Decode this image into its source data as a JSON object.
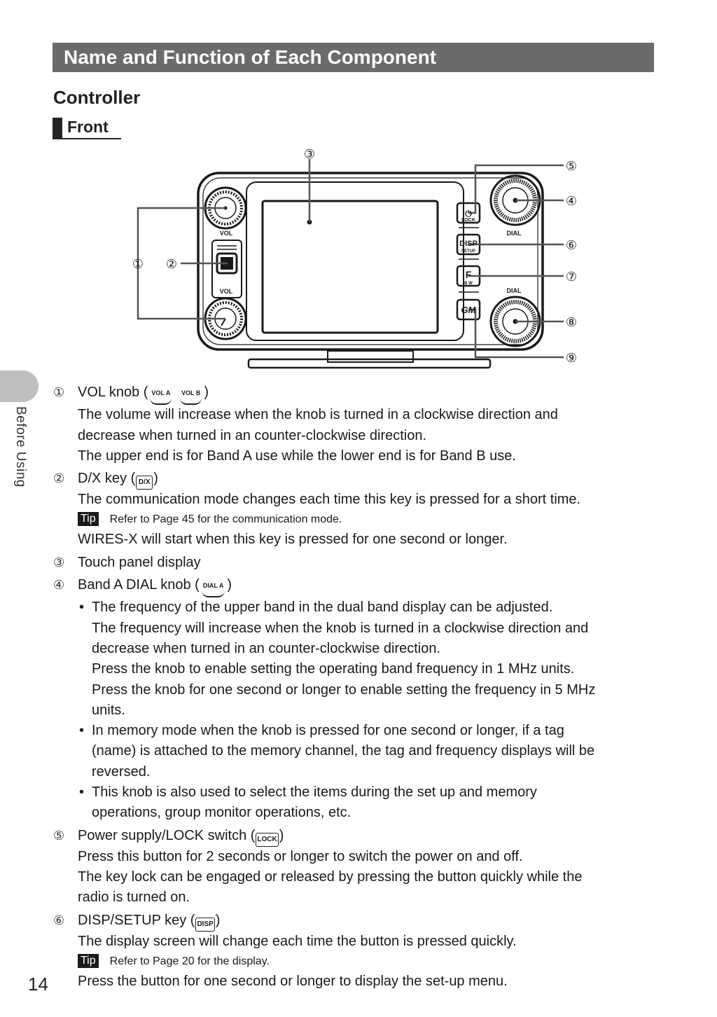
{
  "header": {
    "title": "Name and Function of Each Component"
  },
  "section": {
    "title": "Controller",
    "subtitle": "Front"
  },
  "side": {
    "label": "Before Using"
  },
  "page_number": "14",
  "diagram": {
    "callouts": [
      "①",
      "②",
      "③",
      "④",
      "⑤",
      "⑥",
      "⑦",
      "⑧",
      "⑨"
    ],
    "labels": {
      "vol": "VOL",
      "dial": "DIAL",
      "lock": "LOCK",
      "disp": "DISP",
      "setup": "SETUP",
      "f": "F",
      "bw": "B W",
      "gm": "GM"
    }
  },
  "icons": {
    "vol_a": "VOL A",
    "vol_b": "VOL B",
    "dx": "D/X",
    "dial_a": "DIAL A",
    "power": "LOCK",
    "disp": "DISP"
  },
  "items": [
    {
      "num": "①",
      "title_pre": "VOL knob (",
      "title_post": ")",
      "lines": [
        "The volume will increase when the knob is turned in a clockwise direction and",
        "decrease when turned in an counter-clockwise direction.",
        "The upper end is for Band A use while the lower end is for Band B use."
      ]
    },
    {
      "num": "②",
      "title_pre": "D/X key (",
      "title_post": ")",
      "line1": "The communication mode changes each time this key is pressed for a short time.",
      "tip_label": "Tip",
      "tip": "Refer to Page 45 for the communication mode.",
      "line2": "WIRES-X will start when this key is pressed for one second or longer."
    },
    {
      "num": "③",
      "title": "Touch panel display"
    },
    {
      "num": "④",
      "title_pre": "Band A DIAL knob (",
      "title_post": ")",
      "bullet1": [
        "The frequency of the upper band in the dual band display can be adjusted.",
        "The frequency will increase when the knob is turned in a clockwise direction and",
        "decrease when turned in an counter-clockwise direction.",
        "Press the knob to enable setting the operating band frequency in 1 MHz units.",
        "Press the knob for one second or longer to enable setting the frequency in 5 MHz",
        "units."
      ],
      "bullet2": [
        "In memory mode when the knob is pressed for one second or longer, if a tag",
        "(name) is attached to the memory channel, the tag and frequency displays will be",
        "reversed."
      ],
      "bullet3": [
        "This knob is also used to select the items during the set up and memory",
        "operations, group monitor operations, etc."
      ]
    },
    {
      "num": "⑤",
      "title_pre": "Power supply/LOCK switch (",
      "title_post": ")",
      "lines": [
        "Press this button for 2 seconds or longer to switch the power on and off.",
        "The key lock can be engaged or released by pressing the button quickly while the",
        "radio is turned on."
      ]
    },
    {
      "num": "⑥",
      "title_pre": "DISP/SETUP key (",
      "title_post": ")",
      "line1": "The display screen will change each time the button is pressed quickly.",
      "tip_label": "Tip",
      "tip": "Refer to Page 20 for the display.",
      "line2": "Press the button for one second or longer to display the set-up menu."
    }
  ]
}
